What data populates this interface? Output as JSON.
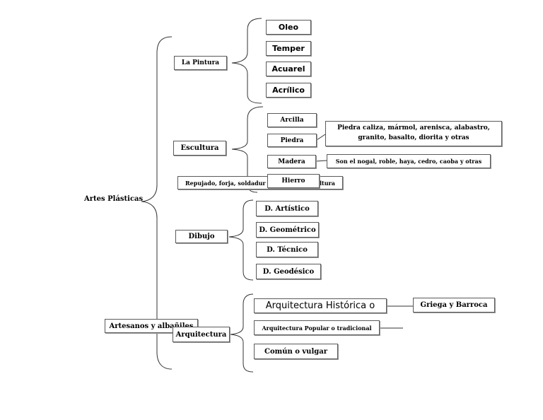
{
  "root": "Artes Plásticas",
  "pintura": {
    "label": "La Pintura",
    "items": [
      "Oleo",
      "Temper",
      "Acuarel",
      "Acrílico"
    ]
  },
  "escultura": {
    "label": "Escultura",
    "arcilla": "Arcilla",
    "piedra": "Piedra",
    "piedra_desc": "Piedra caliza, mármol, arenisca, alabastro, granito, basalto, diorita y otras",
    "madera": "Madera",
    "madera_desc": "Son el nogal, roble, haya, cedro, caoba y otras",
    "hierro": "Hierro",
    "hierro_desc_left": "Repujado, forja, soldadur",
    "hierro_desc_right": "ltura"
  },
  "dibujo": {
    "label": "Dibujo",
    "items": [
      "D. Artístico",
      "D. Geométrico",
      "D. Técnico",
      "D. Geodésico"
    ]
  },
  "artesanos": "Artesanos y albañiles",
  "arquitectura": {
    "label": "Arquitectura",
    "historica": "Arquitectura Histórica o",
    "historica_desc": "Griega y Barroca",
    "popular": "Arquitectura Popular o tradicional",
    "comun": "Común o vulgar"
  }
}
